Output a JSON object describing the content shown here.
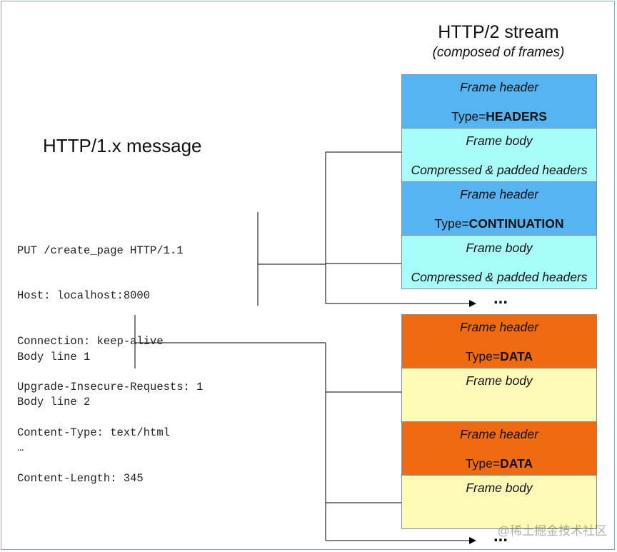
{
  "diagram": {
    "stream_title": "HTTP/2 stream",
    "stream_subtitle": "(composed of frames)",
    "message_title": "HTTP/1.x message",
    "header_lines": [
      "PUT /create_page HTTP/1.1",
      "Host: localhost:8000",
      "Connection: keep-alive",
      "Upgrade-Insecure-Requests: 1",
      "Content-Type: text/html",
      "Content-Length: 345"
    ],
    "body_lines": [
      "Body line 1",
      "Body line 2",
      "…"
    ],
    "frames": [
      {
        "top_text": "Frame header",
        "type_prefix": "Type=",
        "type_value": "HEADERS",
        "color": "#56b4f2"
      },
      {
        "top_text": "Frame body",
        "bottom_text": "Compressed & padded headers",
        "color": "#a8fcf9"
      },
      {
        "top_text": "Frame header",
        "type_prefix": "Type=",
        "type_value": "CONTINUATION",
        "color": "#56b4f2"
      },
      {
        "top_text": "Frame body",
        "bottom_text": "Compressed & padded headers",
        "color": "#a8fcf9"
      },
      {
        "top_text": "Frame header",
        "type_prefix": "Type=",
        "type_value": "DATA",
        "color": "#f06a10"
      },
      {
        "top_text": "Frame body",
        "bottom_text": "",
        "color": "#fdfbb5"
      },
      {
        "top_text": "Frame header",
        "type_prefix": "Type=",
        "type_value": "DATA",
        "color": "#f06a10"
      },
      {
        "top_text": "Frame body",
        "bottom_text": "",
        "color": "#fdfbb5"
      }
    ],
    "ellipsis_1": "...",
    "ellipsis_2": "...",
    "watermark": "@稀土掘金技术社区"
  }
}
